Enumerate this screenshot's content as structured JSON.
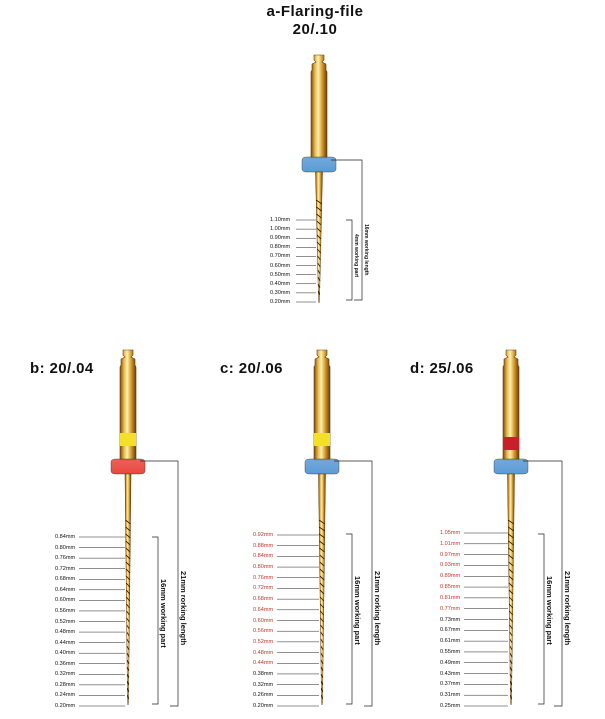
{
  "header": {
    "line1": "a-Flaring-file",
    "line2": "20/.10"
  },
  "panels": {
    "a": {
      "title": "",
      "ticks": [
        "1.10mm",
        "1.00mm",
        "0.90mm",
        "0.80mm",
        "0.70mm",
        "0.60mm",
        "0.50mm",
        "0.40mm",
        "0.30mm",
        "0.20mm"
      ],
      "working_part": "4mm working part",
      "working_length": "16mm working length",
      "ring_color": "#5b9bd5",
      "band_color": ""
    },
    "b": {
      "title": "b: 20/.04",
      "ticks": [
        "0.84mm",
        "0.80mm",
        "0.76mm",
        "0.72mm",
        "0.68mm",
        "0.64mm",
        "0.60mm",
        "0.56mm",
        "0.52mm",
        "0.48mm",
        "0.44mm",
        "0.40mm",
        "0.36mm",
        "0.32mm",
        "0.28mm",
        "0.24mm",
        "0.20mm"
      ],
      "working_part": "16mm working part",
      "working_length": "21mm rorking length",
      "ring_color": "#e8473d",
      "band_color": "#f2e02a"
    },
    "c": {
      "title": "c: 20/.06",
      "ticks": [
        "0.92mm",
        "0.88mm",
        "0.84mm",
        "0.80mm",
        "0.76mm",
        "0.72mm",
        "0.68mm",
        "0.64mm",
        "0.60mm",
        "0.56mm",
        "0.52mm",
        "0.48mm",
        "0.44mm",
        "0.38mm",
        "0.32mm",
        "0.26mm",
        "0.20mm"
      ],
      "red_count": 13,
      "working_part": "16mm working part",
      "working_length": "21mm rorking length",
      "ring_color": "#5b9bd5",
      "band_color": "#f2e02a"
    },
    "d": {
      "title": "d: 25/.06",
      "ticks": [
        "1.05mm",
        "1.01mm",
        "0.97mm",
        "0.93mm",
        "0.89mm",
        "0.85mm",
        "0.81mm",
        "0.77mm",
        "0.73mm",
        "0.67mm",
        "0.61mm",
        "0.55mm",
        "0.49mm",
        "0.43mm",
        "0.37mm",
        "0.31mm",
        "0.25mm"
      ],
      "red_count": 8,
      "working_part": "16mm working part",
      "working_length": "21mm rorking length",
      "ring_color": "#5b9bd5",
      "band_color": "#c8202a"
    }
  },
  "colors": {
    "red_text": "#c0392b",
    "gold": "#c8961e"
  }
}
